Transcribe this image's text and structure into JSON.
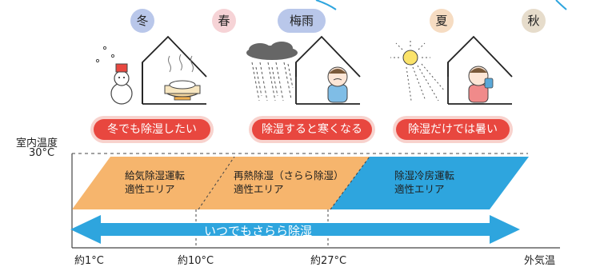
{
  "seasons": [
    {
      "label": "冬",
      "color": "#b9c7ea"
    },
    {
      "label": "春",
      "color": "#f6d3d6"
    },
    {
      "label": "梅雨",
      "color": "#b9c7ea"
    },
    {
      "label": "夏",
      "color": "#f6dcc2"
    },
    {
      "label": "秋",
      "color": "#e6dccb"
    }
  ],
  "problems": [
    "冬でも除湿したい",
    "除湿すると寒くなる",
    "除湿だけでは暑い"
  ],
  "axis": {
    "y_label": "室内温度",
    "y_tick": "30°C",
    "x_label": "外気温",
    "x_ticks": [
      "約1°C",
      "約10°C",
      "約27°C"
    ]
  },
  "zones": [
    {
      "line1": "給気除湿運転",
      "line2": "適性エリア",
      "color": "#f6b56d"
    },
    {
      "line1": "再熱除湿（さらら除湿）",
      "line2": "適性エリア",
      "color": "#f6b56d"
    },
    {
      "line1": "除湿冷房運転",
      "line2": "適性エリア",
      "color": "#2ea5de"
    }
  ],
  "arrow": {
    "label": "いつでもさらら除湿",
    "color": "#2ea5de"
  }
}
